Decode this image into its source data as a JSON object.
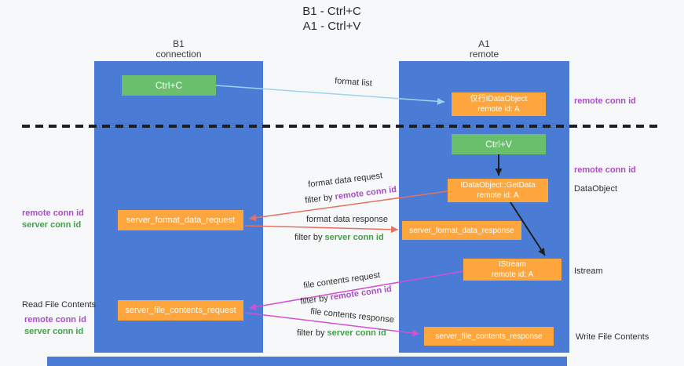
{
  "title": {
    "line1": "B1 - Ctrl+C",
    "line2": "A1 - Ctrl+V"
  },
  "lanes": {
    "left": {
      "name": "B1",
      "subtitle": "connection"
    },
    "right": {
      "name": "A1",
      "subtitle": "remote"
    }
  },
  "boxes": {
    "ctrl_c": {
      "label": "Ctrl+C"
    },
    "idataobject": {
      "line1": "仅行IDataObject",
      "line2": "remote id: A"
    },
    "ctrl_v": {
      "label": "Ctrl+V"
    },
    "getdata": {
      "line1": "IDataObject::GetData",
      "line2": "remote id: A"
    },
    "format_request": {
      "label": "server_format_data_request"
    },
    "format_response": {
      "label": "server_format_data_response"
    },
    "istream": {
      "line1": "IStream",
      "line2": "remote id: A"
    },
    "file_request": {
      "label": "server_file_contents_request"
    },
    "file_response": {
      "label": "server_file_contents_response"
    }
  },
  "arrow_labels": {
    "format_list": "format list",
    "format_data_request": "format data request",
    "format_data_response": "format data response",
    "file_contents_request": "file contents request",
    "file_contents_response": "file contents response",
    "filter_prefix": "filter by ",
    "remote_conn_id": "remote conn id",
    "server_conn_id": "server conn id"
  },
  "side_labels": {
    "remote_conn_id": "remote conn id",
    "server_conn_id": "server conn id",
    "dataobject": "DataObject",
    "istream": "Istream",
    "read_file_contents": "Read File Contents",
    "write_file_contents": "Write File Contents"
  },
  "colors": {
    "lane_blue": "#4a7cd6",
    "box_green": "#6abf6c",
    "box_orange": "#fca63d",
    "text_purple": "#a94fc4",
    "text_green": "#43a047",
    "arrow_blue": "#9ed3ef",
    "arrow_black": "#1f1f1f",
    "arrow_salmon": "#e8705f",
    "arrow_magenta": "#d44fd4"
  }
}
